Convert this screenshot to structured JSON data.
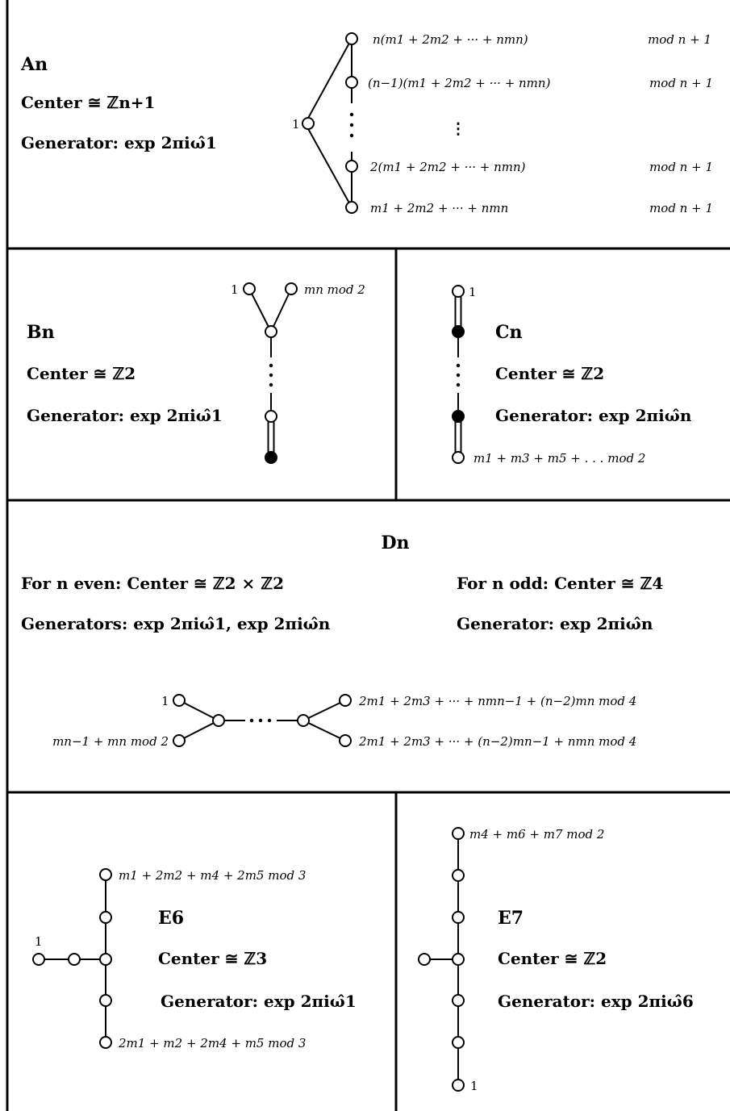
{
  "figure": {
    "An": {
      "title": "An",
      "center": "Center ≅ ℤn+1",
      "generator": "Generator:  exp 2πiω̂1",
      "one": "1",
      "labels": [
        "n(m1 + 2m2 + ··· + nmn)",
        "(n−1)(m1 + 2m2 + ··· + nmn)",
        "2(m1 + 2m2 + ··· + nmn)",
        "m1 + 2m2 + ··· + nmn"
      ],
      "mods": [
        "mod n + 1",
        "mod n + 1",
        "mod n + 1",
        "mod n + 1"
      ],
      "vdots": "⋮"
    },
    "Bn": {
      "title": "Bn",
      "center": "Center ≅ ℤ2",
      "generator": "Generator:  exp 2πiω̂1",
      "one": "1",
      "label": "mn mod 2"
    },
    "Cn": {
      "title": "Cn",
      "center": "Center ≅ ℤ2",
      "generator": "Generator:  exp 2πiω̂n",
      "one": "1",
      "label": "m1 + m3 + m5 + . . . mod 2"
    },
    "Dn": {
      "title": "Dn",
      "even_center": "For n even:  Center ≅ ℤ2 × ℤ2",
      "even_generators": "Generators:  exp 2πiω̂1,  exp 2πiω̂n",
      "odd_center": "For n odd:  Center ≅ ℤ4",
      "odd_generator": "Generator:  exp 2πiω̂n",
      "one": "1",
      "left_label": "mn−1 + mn mod 2",
      "top_right_label": "2m1 + 2m3 + ··· + nmn−1 + (n−2)mn mod 4",
      "bottom_right_label": "2m1 + 2m3 + ··· + (n−2)mn−1 + nmn mod 4"
    },
    "E6": {
      "title": "E6",
      "center": "Center ≅ ℤ3",
      "generator": "Generator:  exp 2πiω̂1",
      "one": "1",
      "top_label": "m1 + 2m2 + m4 + 2m5 mod 3",
      "bottom_label": "2m1 + m2 + 2m4 + m5 mod 3"
    },
    "E7": {
      "title": "E7",
      "center": "Center ≅ ℤ2",
      "generator": "Generator:  exp 2πiω̂6",
      "one": "1",
      "top_label": "m4 + m6 + m7 mod 2"
    }
  }
}
